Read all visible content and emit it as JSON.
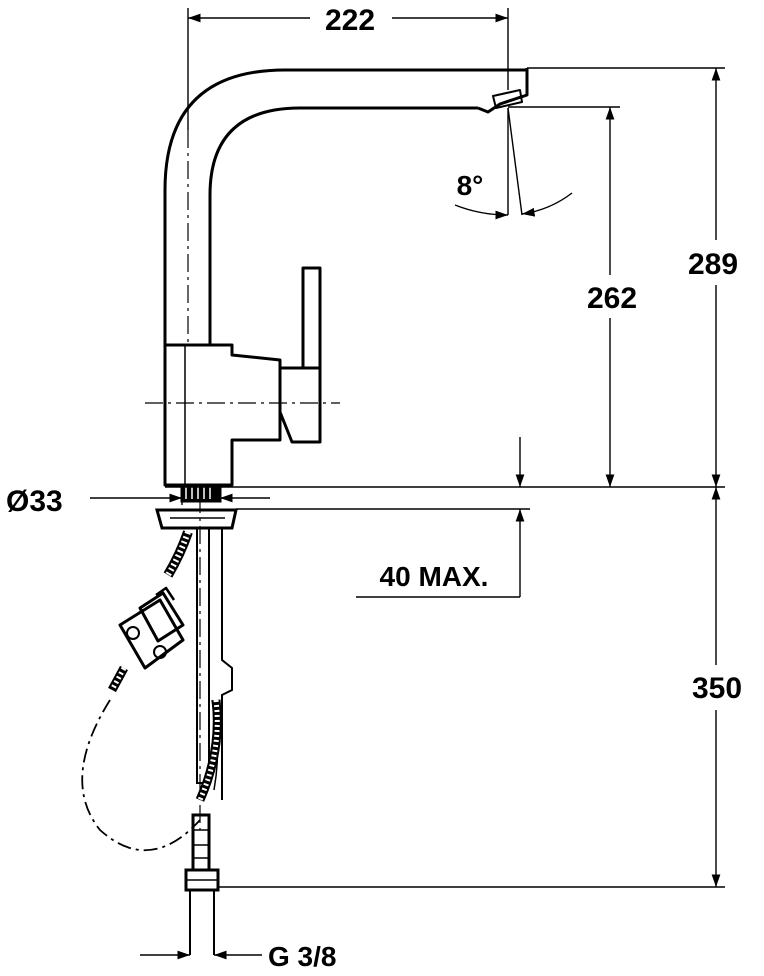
{
  "dimensions": {
    "spout_reach": "222",
    "spout_angle": "8°",
    "spout_height": "262",
    "total_height": "289",
    "base_diameter": "Ø33",
    "counter_thickness": "40 MAX.",
    "hose_length": "350",
    "connection_thread": "G 3/8"
  },
  "colors": {
    "line": "#000000",
    "background": "#ffffff"
  }
}
